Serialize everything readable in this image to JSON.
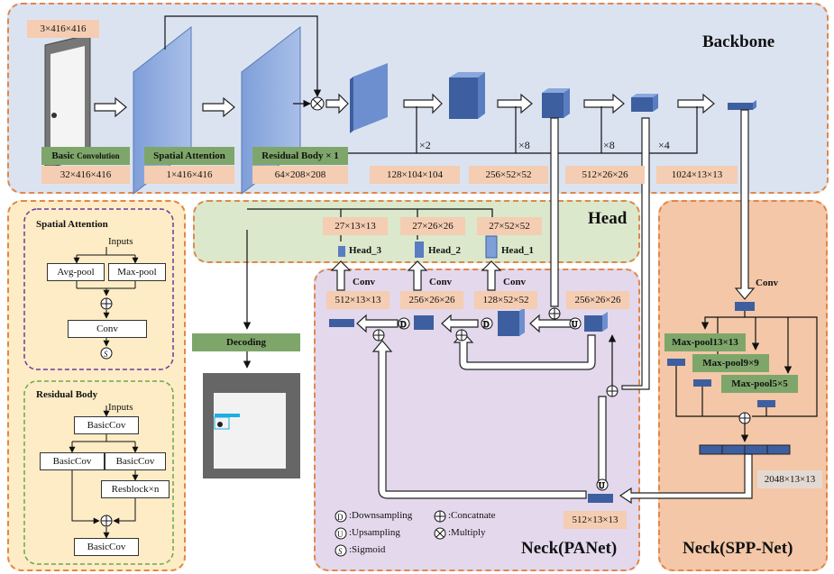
{
  "regions": {
    "backbone": "Backbone",
    "head": "Head",
    "neck_panet": "Neck(PANet)",
    "neck_spp": "Neck(SPP-Net)"
  },
  "backbone": {
    "input_dim": "3×416×416",
    "basic_conv_label_a": "Basic",
    "basic_conv_label_b": "Convolution",
    "spatial_attention_label": "Spatial Attention",
    "residual_body_label": "Residual Body × 1",
    "dims": [
      "32×416×416",
      "1×416×416",
      "64×208×208",
      "128×104×104",
      "256×52×52",
      "512×26×26",
      "1024×13×13"
    ],
    "repeats": [
      "×2",
      "×8",
      "×8",
      "×4"
    ]
  },
  "head": {
    "dims": [
      "27×13×13",
      "27×26×26",
      "27×52×52"
    ],
    "heads": [
      "Head_3",
      "Head_2",
      "Head_1"
    ],
    "conv": "Conv",
    "decoding": "Decoding"
  },
  "panet": {
    "dims": [
      "512×13×13",
      "256×26×26",
      "128×52×52",
      "256×26×26"
    ],
    "bottom_dim": "512×13×13",
    "legend": [
      {
        "sym": "D",
        "text": ":Downsampling"
      },
      {
        "sym": "U",
        "text": ":Upsampling"
      },
      {
        "sym": "S",
        "text": ":Sigmoid"
      },
      {
        "sym": "+",
        "text": ":Concatnate"
      },
      {
        "sym": "×",
        "text": ":Multiply"
      }
    ]
  },
  "spp": {
    "conv": "Conv",
    "pools": [
      "Max-pool13×13",
      "Max-pool9×9",
      "Max-pool5×5"
    ],
    "out_dim": "2048×13×13"
  },
  "spatial_attention_box": {
    "title": "Spatial Attention",
    "inputs": "Inputs",
    "avg": "Avg-pool",
    "max": "Max-pool",
    "conv": "Conv"
  },
  "residual_body_box": {
    "title": "Residual Body",
    "inputs": "Inputs",
    "basic_top": "BasicCov",
    "basic_left": "BasicCov",
    "basic_right": "BasicCov",
    "resblock": "Resblock×n",
    "basic_bottom": "BasicCov"
  },
  "colors": {
    "backbone_bg": "#dbe3f1",
    "head_bg": "#dbe8cc",
    "panet_bg": "#e3d8ec",
    "spp_bg": "#f3c7a7",
    "left_bg": "#fdecc5",
    "dashed_orange": "#e1874a",
    "green_box": "#7ea66a",
    "dim_box": "#f4cdb2"
  }
}
